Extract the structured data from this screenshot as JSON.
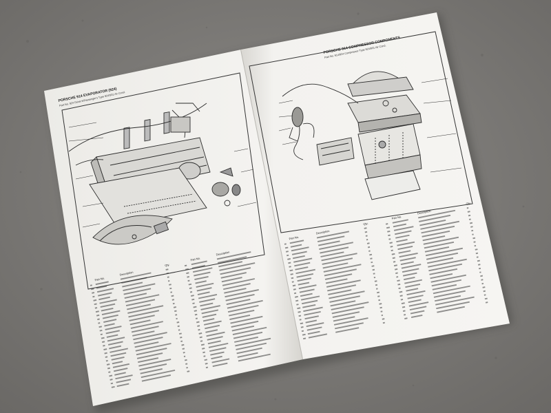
{
  "left_page": {
    "title": "PORSCHE 914 EVAPORATOR (924)",
    "subtitle": "Part No. 924 Driver's/Passenger's Type 924/931 Air Cond.",
    "columns": {
      "part_no": "Part No.",
      "description": "Description",
      "qty": "Qty."
    }
  },
  "right_page": {
    "title": "PORSCHE 914 COMPRESSOR COMPONENTS",
    "subtitle": "Part No. 914/924 Compressor Type 924/931 Air Cond.",
    "columns": {
      "part_no": "Part No.",
      "description": "Description",
      "qty": "Qty."
    }
  }
}
